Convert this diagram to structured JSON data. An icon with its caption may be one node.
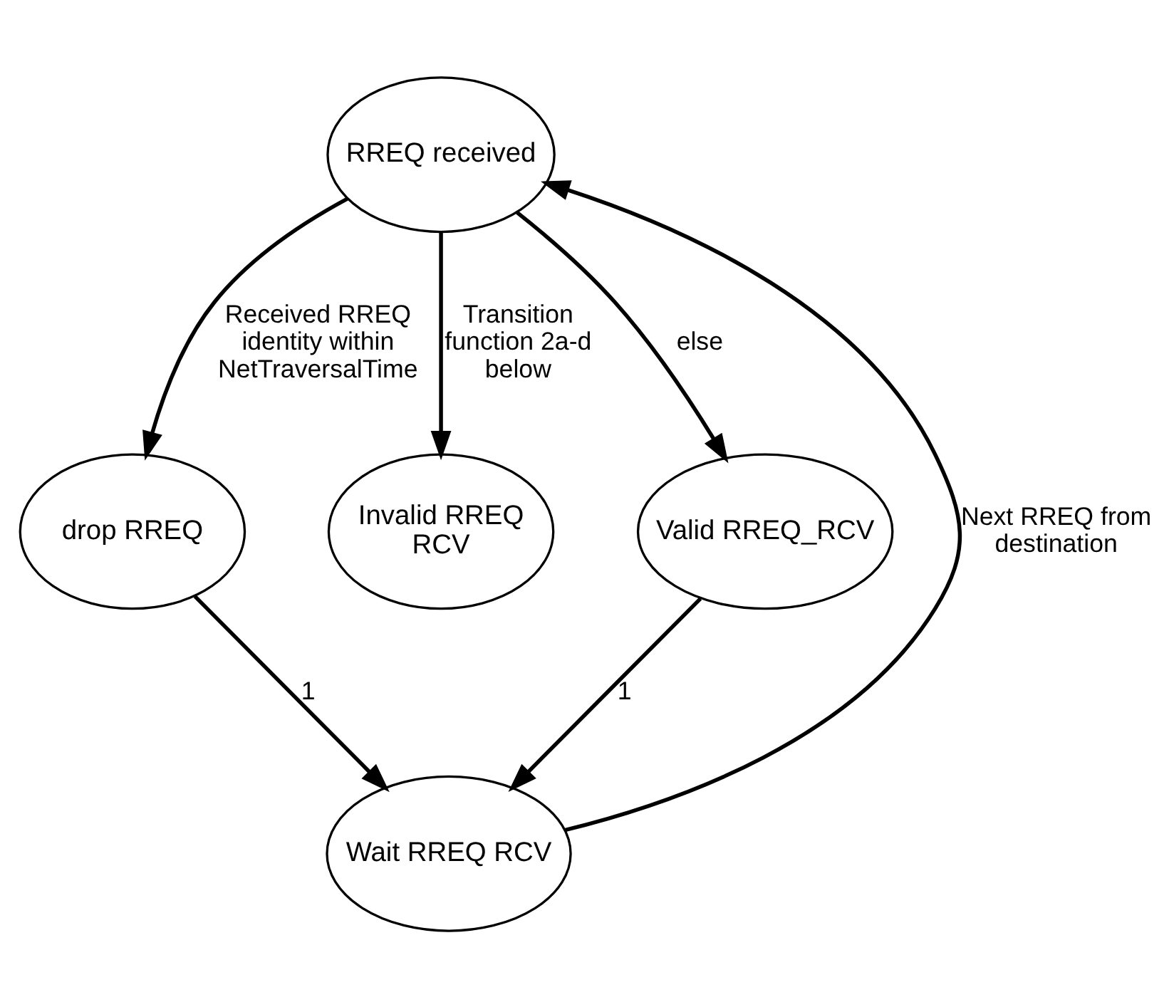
{
  "diagram": {
    "nodes": [
      {
        "text": [
          "RREQ received"
        ]
      },
      {
        "text": [
          "drop RREQ"
        ]
      },
      {
        "text": [
          "Invalid RREQ RCV"
        ]
      },
      {
        "text": [
          "Valid RREQ_RCV"
        ]
      },
      {
        "text": [
          "Wait RREQ RCV"
        ]
      }
    ],
    "edges": [
      {
        "from": 0,
        "to": 1,
        "arrow": "to",
        "label": "Received RREQ identity within NetTraversalTime"
      },
      {
        "from": 0,
        "to": 2,
        "arrow": "to",
        "label": "Transition function 2a-d below"
      },
      {
        "from": 0,
        "to": 3,
        "arrow": "to",
        "label": "else"
      },
      {
        "from": 1,
        "to": 4,
        "arrow": "to",
        "label": "1"
      },
      {
        "from": 3,
        "to": 4,
        "arrow": "to",
        "label": "1"
      },
      {
        "from": 4,
        "to": 0,
        "arrow": "to",
        "label": "Next RREQ from destination"
      }
    ]
  }
}
